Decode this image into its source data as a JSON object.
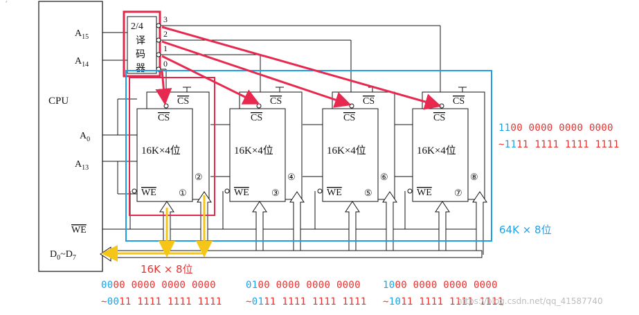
{
  "corner_mark": "ˊ",
  "cpu": {
    "label": "CPU",
    "pins": {
      "a15": "A",
      "a15_sub": "15",
      "a14": "A",
      "a14_sub": "14",
      "a0": "A",
      "a0_sub": "0",
      "a13": "A",
      "a13_sub": "13",
      "we": "WE",
      "data": "D",
      "data_sub0": "0",
      "data_mid": "~D",
      "data_sub7": "7"
    }
  },
  "decoder": {
    "title": "2/4",
    "chars": [
      "译",
      "码",
      "器"
    ],
    "outputs": [
      "3",
      "2",
      "1",
      "0"
    ]
  },
  "chips": [
    {
      "cs": "CS",
      "body": "16K×4位",
      "we": "WE",
      "num_a": "①",
      "num_b": "②",
      "outer_cs": "CS"
    },
    {
      "cs": "CS",
      "body": "16K×4位",
      "we": "WE",
      "num_a": "③",
      "num_b": "④",
      "outer_cs": "CS"
    },
    {
      "cs": "CS",
      "body": "16K×4位",
      "we": "WE",
      "num_a": "⑤",
      "num_b": "⑥",
      "outer_cs": "CS"
    },
    {
      "cs": "CS",
      "body": "16K×4位",
      "we": "WE",
      "num_a": "⑦",
      "num_b": "⑧",
      "outer_cs": "CS"
    }
  ],
  "notes": {
    "total": "64K × 8位",
    "group": "16K × 8位"
  },
  "ranges": [
    {
      "start_blue": "00",
      "start_red": "00 0000 0000 0000",
      "end_prefix": "~",
      "end_blue": "00",
      "end_red": "11 1111 1111 1111"
    },
    {
      "start_blue": "01",
      "start_red": "00 0000 0000 0000",
      "end_prefix": "~",
      "end_blue": "01",
      "end_red": "11 1111 1111 1111"
    },
    {
      "start_blue": "10",
      "start_red": "00 0000 0000 0000",
      "end_prefix": "~",
      "end_blue": "10",
      "end_red": "11 1111 1111 1111"
    },
    {
      "start_blue": "11",
      "start_red": "00 0000 0000 0000",
      "end_prefix": "~",
      "end_blue": "11",
      "end_red": "11 1111 1111 1111"
    }
  ],
  "watermark": "https://blog.csdn.net/qq_41587740",
  "colors": {
    "decoder_box": "#e0284a",
    "arrows": "#e8294f",
    "blue_box": "#1da1e6",
    "yellow": "#f5c518"
  }
}
